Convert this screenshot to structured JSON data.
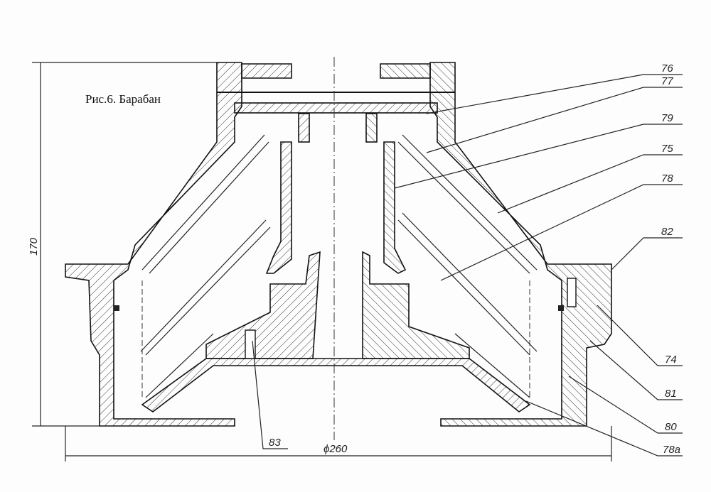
{
  "title": "Рис.6. Барабан",
  "dimensions": {
    "height": "170",
    "diameter": "ϕ260"
  },
  "callouts": [
    "76",
    "77",
    "79",
    "75",
    "78",
    "82",
    "74",
    "81",
    "80",
    "78a",
    "83"
  ]
}
